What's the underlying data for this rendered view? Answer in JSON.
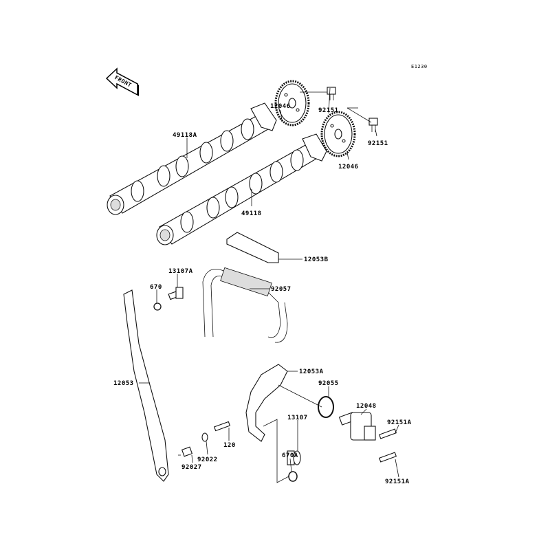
{
  "diagram": {
    "code": "E1230",
    "front_marker": "FRONT",
    "labels": {
      "sprocket_top": "12046",
      "bolt_top": "92151",
      "camshaft_upper": "49118A",
      "sprocket_lower": "12046",
      "bolt_lower": "92151",
      "camshaft_lower": "49118",
      "guide_top": "12053B",
      "bolt_13107a": "13107A",
      "oring_670": "670",
      "chain": "92057",
      "guide_left": "12053",
      "guide_tensioner": "12053A",
      "oring_92055": "92055",
      "tensioner": "12048",
      "bolt_92151a_upper": "92151A",
      "bolt_92151a_lower": "92151A",
      "bolt_13107": "13107",
      "oring_670a": "670A",
      "bolt_120": "120",
      "washer_92022": "92022",
      "collar_92027": "92027"
    }
  }
}
